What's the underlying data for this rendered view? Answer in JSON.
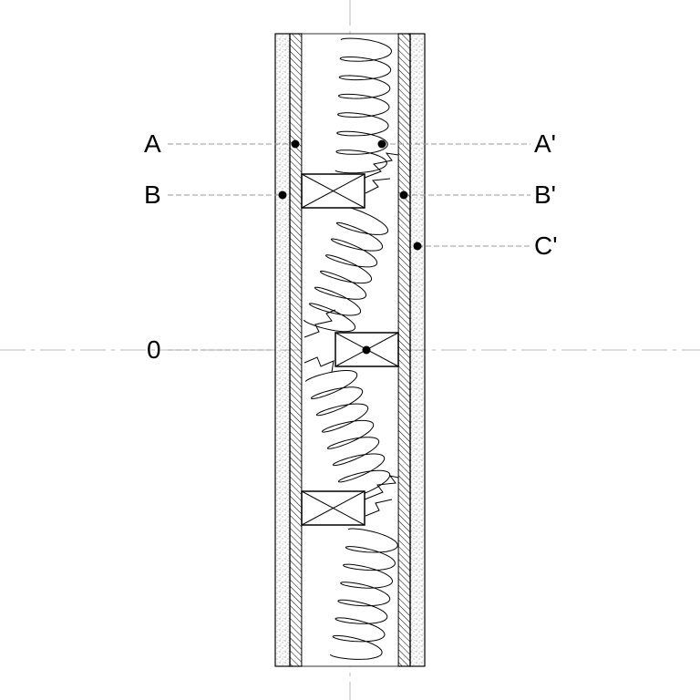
{
  "labels": {
    "a": "A",
    "b": "B",
    "zero": "0",
    "a_prime": "A'",
    "b_prime": "B'",
    "c_prime": "C'"
  },
  "colors": {
    "line": "#000000",
    "guide": "#9a9a9a",
    "centerline": "#b8b8b8",
    "background": "#ffffff"
  },
  "legend": {
    "sheathing": "stipple-fill",
    "board": "hatch-fill",
    "studs": "cross-box",
    "insulation": "batt-coil"
  }
}
